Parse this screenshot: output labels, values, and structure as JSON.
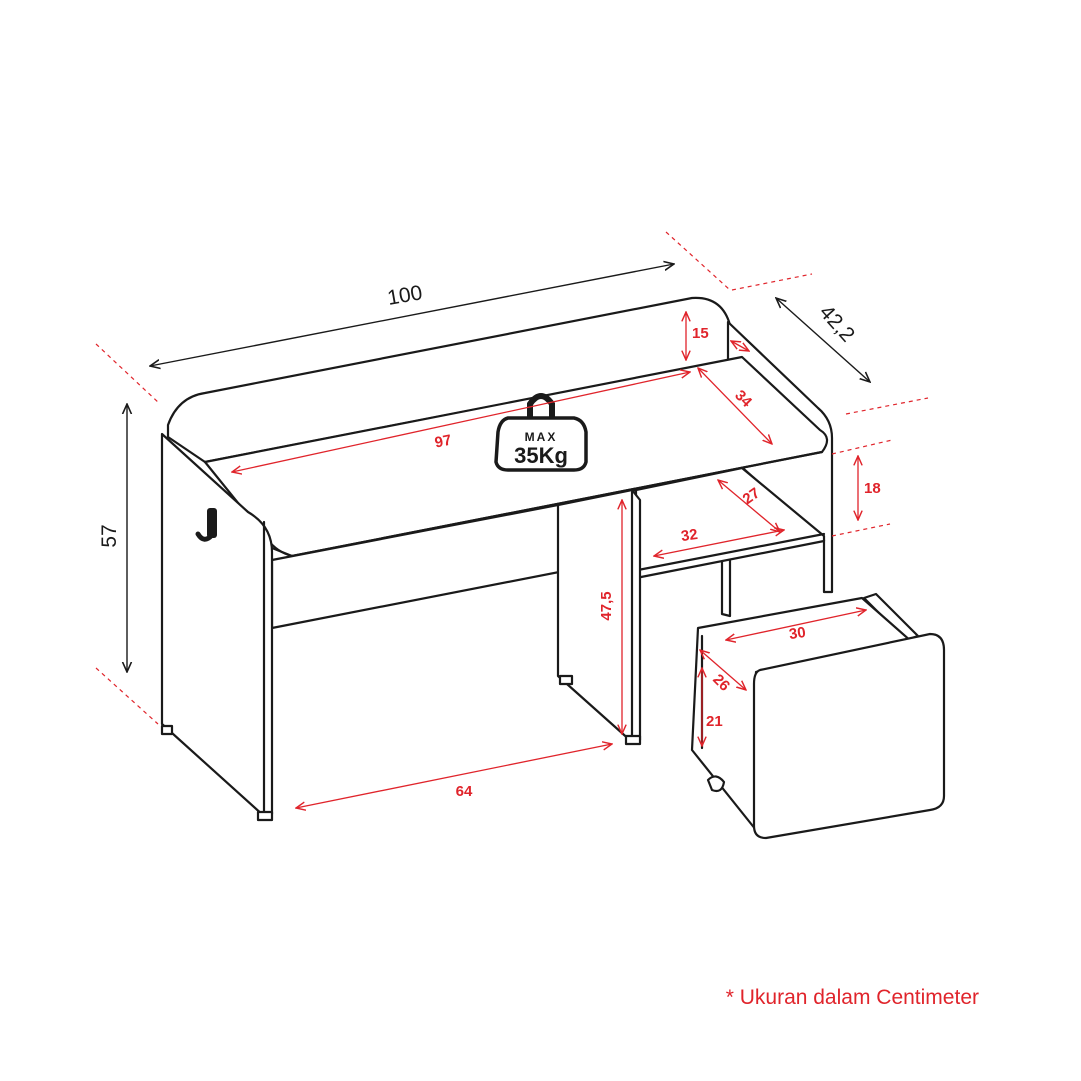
{
  "dimensions": {
    "overall_width": "100",
    "overall_depth": "42,2",
    "overall_height": "57",
    "inner_width": "97",
    "top_depth": "34",
    "backboard_height": "15",
    "shelf_height": "18",
    "shelf_depth": "27",
    "shelf_width": "32",
    "leg_height": "47,5",
    "leg_clearance": "64",
    "drawer_width": "30",
    "drawer_depth": "26",
    "drawer_height": "21"
  },
  "weight_limit": {
    "line1": "MAX",
    "line2": "35Kg"
  },
  "footnote": "* Ukuran dalam Centimeter",
  "colors": {
    "accent": "#e0242b",
    "ink": "#1a1a1a"
  }
}
